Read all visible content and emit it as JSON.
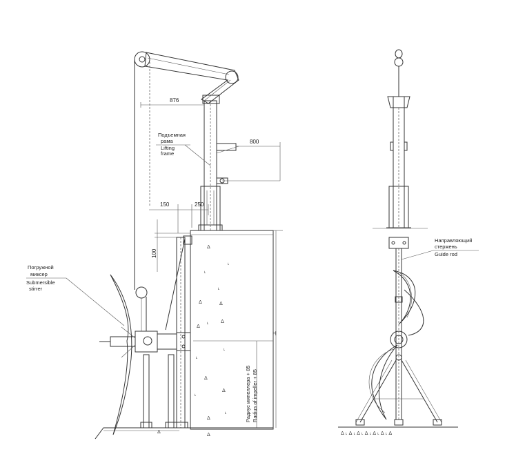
{
  "dimensions": {
    "arm_reach": "876",
    "lifting_frame_offset": "800",
    "offset_150": "150",
    "offset_250": "250",
    "height_100": "100",
    "depth_symbol": "H"
  },
  "labels": {
    "lifting_frame_ru_1": "Подъемная",
    "lifting_frame_ru_2": "рама",
    "lifting_frame_en_1": "Lifting",
    "lifting_frame_en_2": "frame",
    "mixer_ru_1": "Погружной",
    "mixer_ru_2": "миксер",
    "mixer_en_1": "Submersible",
    "mixer_en_2": "stirrer",
    "guide_ru_1": "Направляющий",
    "guide_ru_2": "стержень",
    "guide_en": "Guide rod",
    "radius_ru": "Радиус импеллера + 85",
    "radius_en": "Radius of impeller + 85"
  }
}
